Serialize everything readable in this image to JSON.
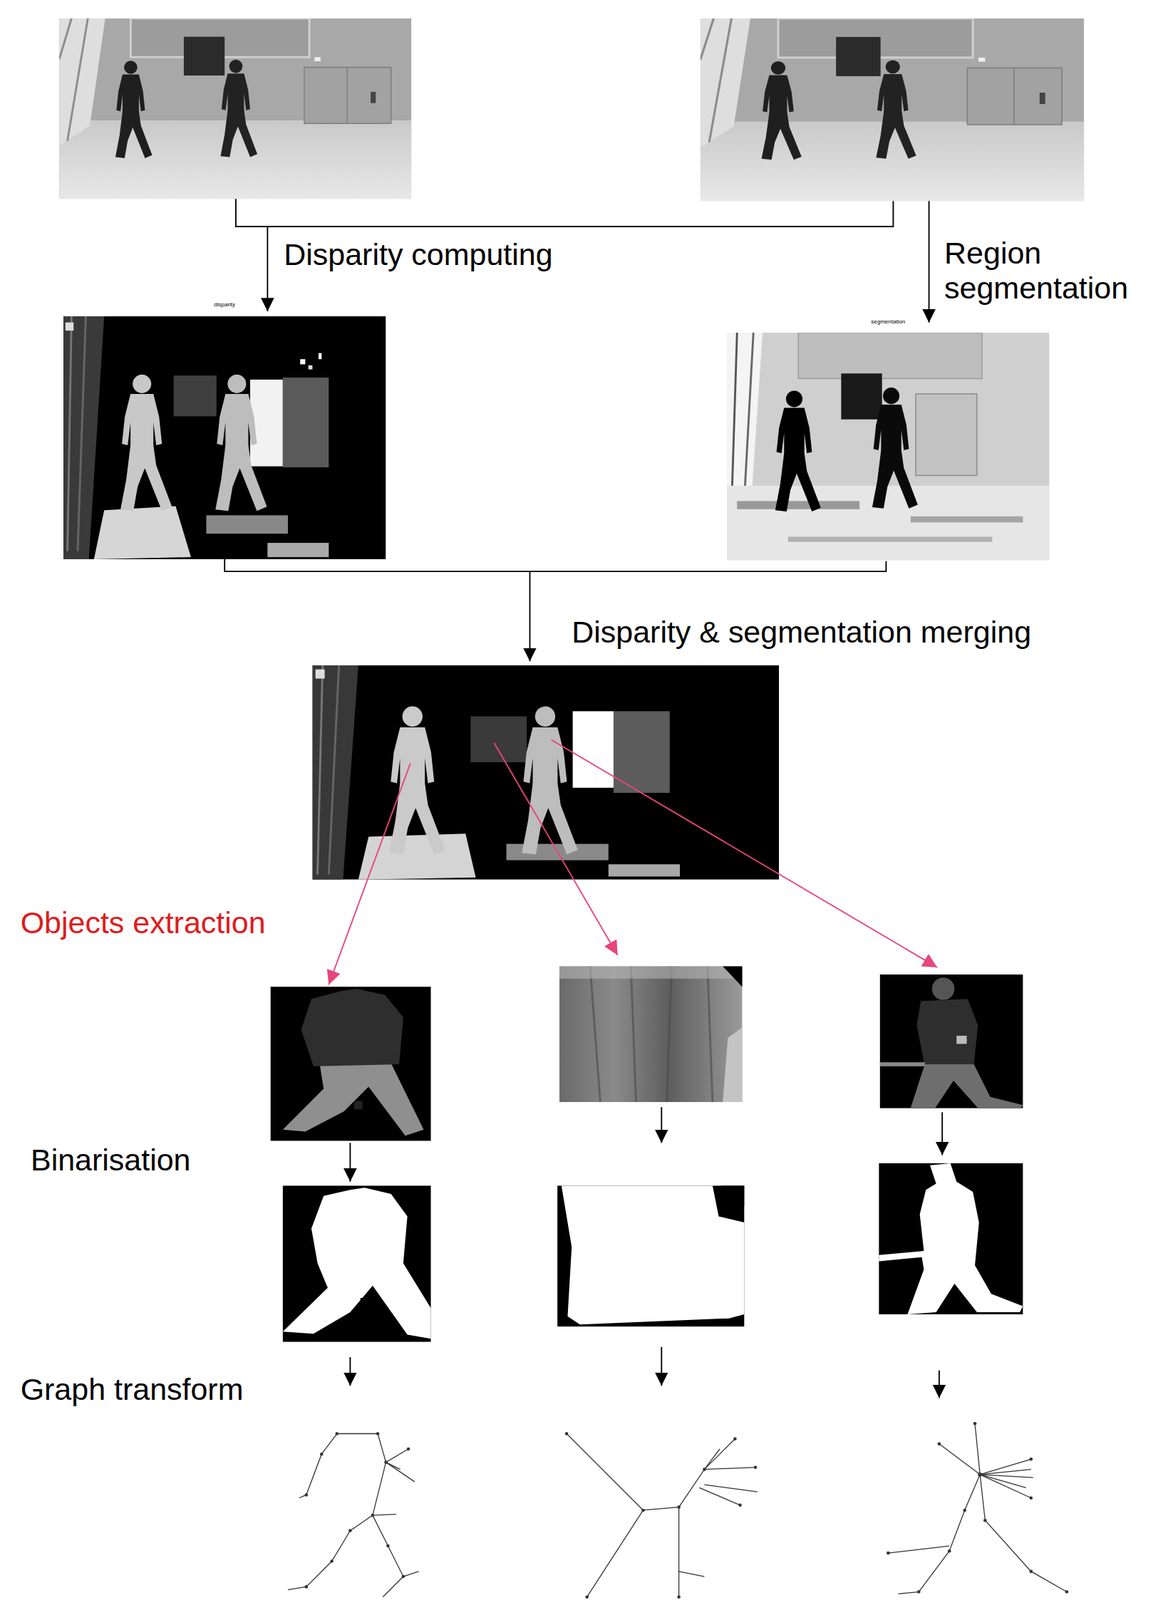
{
  "diagram": {
    "nodes": [
      {
        "text": [
          "disparity"
        ]
      },
      {
        "text": [
          "segmentation"
        ]
      }
    ],
    "labels": [
      "Disparity computing",
      "Region segmentation",
      "Disparity & segmentation merging",
      "Objects extraction",
      "Binarisation",
      "Graph transform"
    ]
  }
}
